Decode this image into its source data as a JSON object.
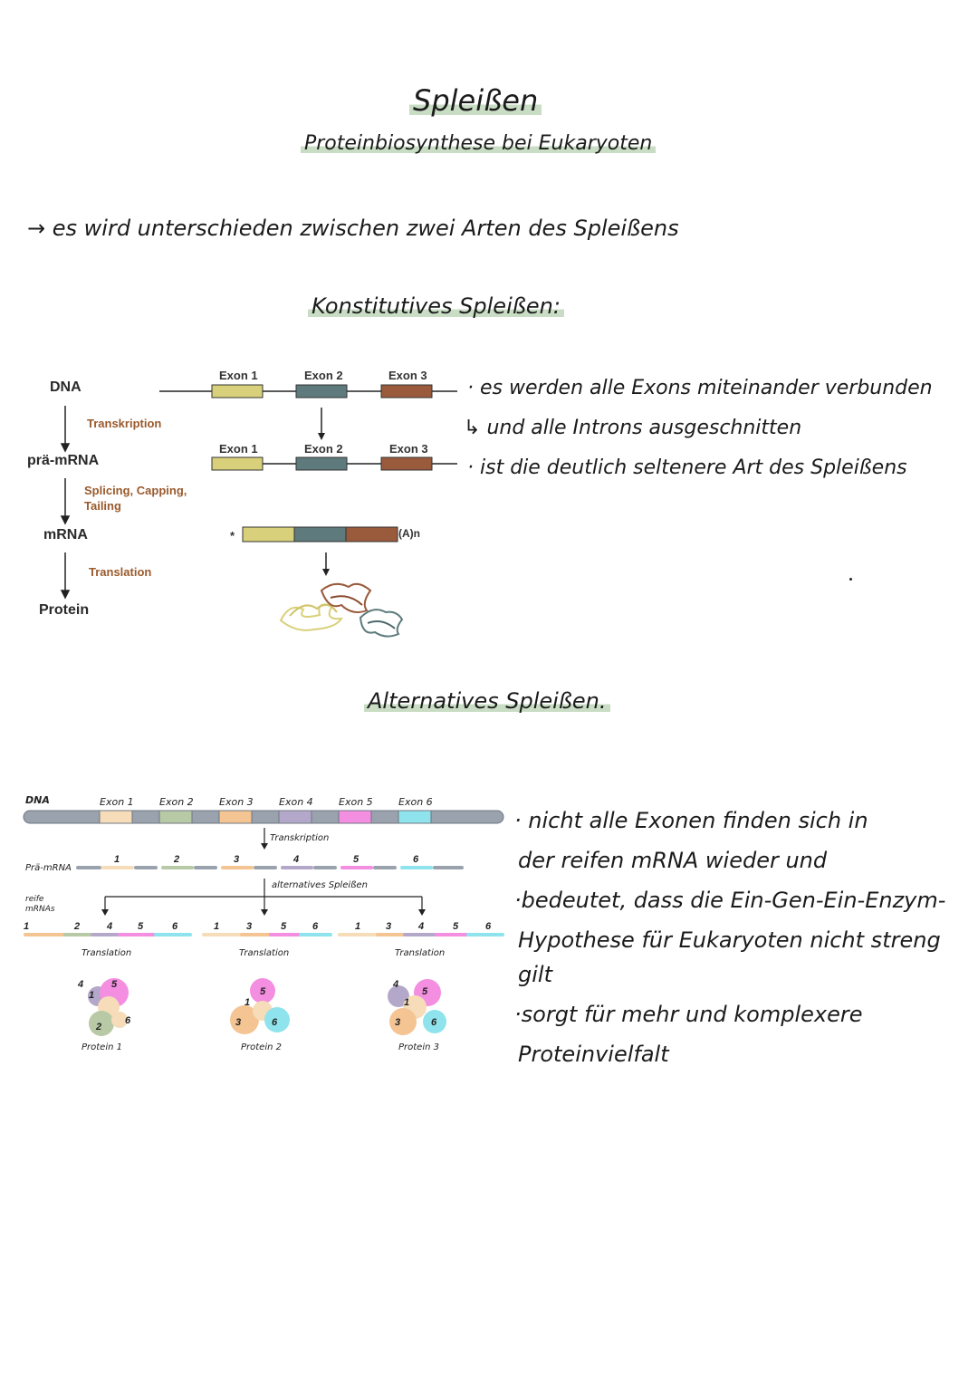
{
  "title": "Spleißen",
  "subtitle": "Proteinbiosynthese bei Eukaryoten",
  "intro": "es wird unterschieden zwischen zwei Arten des Spleißens",
  "constitutive": {
    "heading": "Konstitutives Spleißen:",
    "flow": {
      "dna": "DNA",
      "transkription": "Transkription",
      "pre_mrna": "prä-mRNA",
      "splicing_1": "Splicing, Capping,",
      "splicing_2": "Tailing",
      "mrna": "mRNA",
      "translation": "Translation",
      "protein": "Protein"
    },
    "exon1": "Exon 1",
    "exon2": "Exon 2",
    "exon3": "Exon 3",
    "cap": "*",
    "tail": "(A)n",
    "notes": [
      "es werden alle Exons miteinander verbunden",
      "und alle Introns ausgeschnitten",
      "ist die deutlich seltenere Art des Spleißens"
    ]
  },
  "alternative": {
    "heading": "Alternatives Spleißen.",
    "dna": "DNA",
    "exons": [
      "Exon 1",
      "Exon 2",
      "Exon 3",
      "Exon 4",
      "Exon 5",
      "Exon 6"
    ],
    "transkription": "Transkription",
    "pre_mrna": "Prä-mRNA",
    "alt_splicing": "alternatives Spleißen",
    "mature_1": "reife",
    "mature_2": "mRNAs",
    "translation": "Translation",
    "proteins": [
      "Protein 1",
      "Protein 2",
      "Protein 3"
    ],
    "notes": [
      "nicht alle Exonen finden sich in",
      "der reifen mRNA wieder und",
      "bedeutet, dass die Ein-Gen-Ein-Enzym-",
      "Hypothese für Eukaryoten nicht streng",
      "gilt",
      "sorgt für mehr und komplexere",
      "Proteinvielfalt"
    ]
  },
  "colors": {
    "exon1": "#d8d07a",
    "exon2": "#5e7a7c",
    "exon3": "#9a5a3c",
    "intron": "#222222",
    "highlight": "#c9dcc4",
    "ae1": "#f6dcb8",
    "ae2": "#b8c9a6",
    "ae3": "#f4c493",
    "ae4": "#b3a8c9",
    "ae5": "#f38ee0",
    "ae6": "#8fe3ec",
    "dna_bar": "#9aa2ad"
  }
}
